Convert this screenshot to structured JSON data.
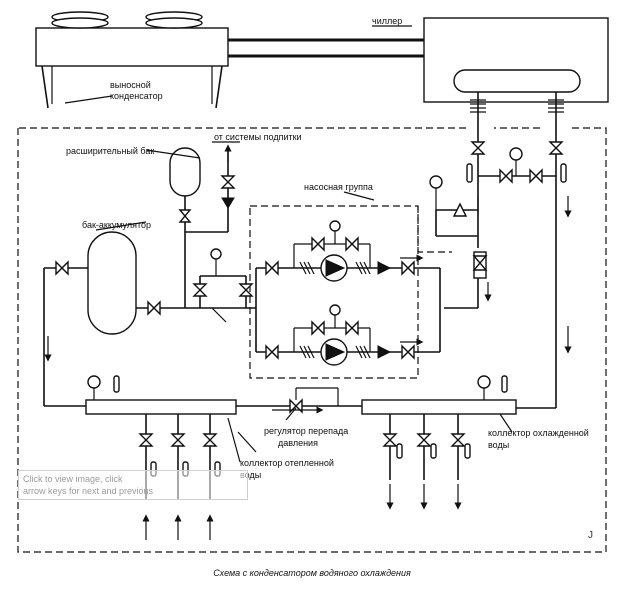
{
  "labels": {
    "chiller": "чиллер",
    "remote_condenser_line1": "выносной",
    "remote_condenser_line2": "конденсатор",
    "from_makeup": "от системы подпитки",
    "expansion_tank": "расширительный бак",
    "pump_group": "насосная группа",
    "accumulator": "бак-аккумулятор",
    "dp_regulator_line1": "регулятор перепада",
    "dp_regulator_line2": "давления",
    "cold_collector_line1": "коллектор охлажденной",
    "cold_collector_line2": "воды",
    "warm_collector_line1": "коллектор отепленной",
    "warm_collector_line2": "воды"
  },
  "overlay": {
    "line1": "Click to view image, click",
    "line2": "arrow keys for next and previous"
  },
  "corner_mark": "J",
  "caption": "Схема с конденсатором водяного охлаждения"
}
